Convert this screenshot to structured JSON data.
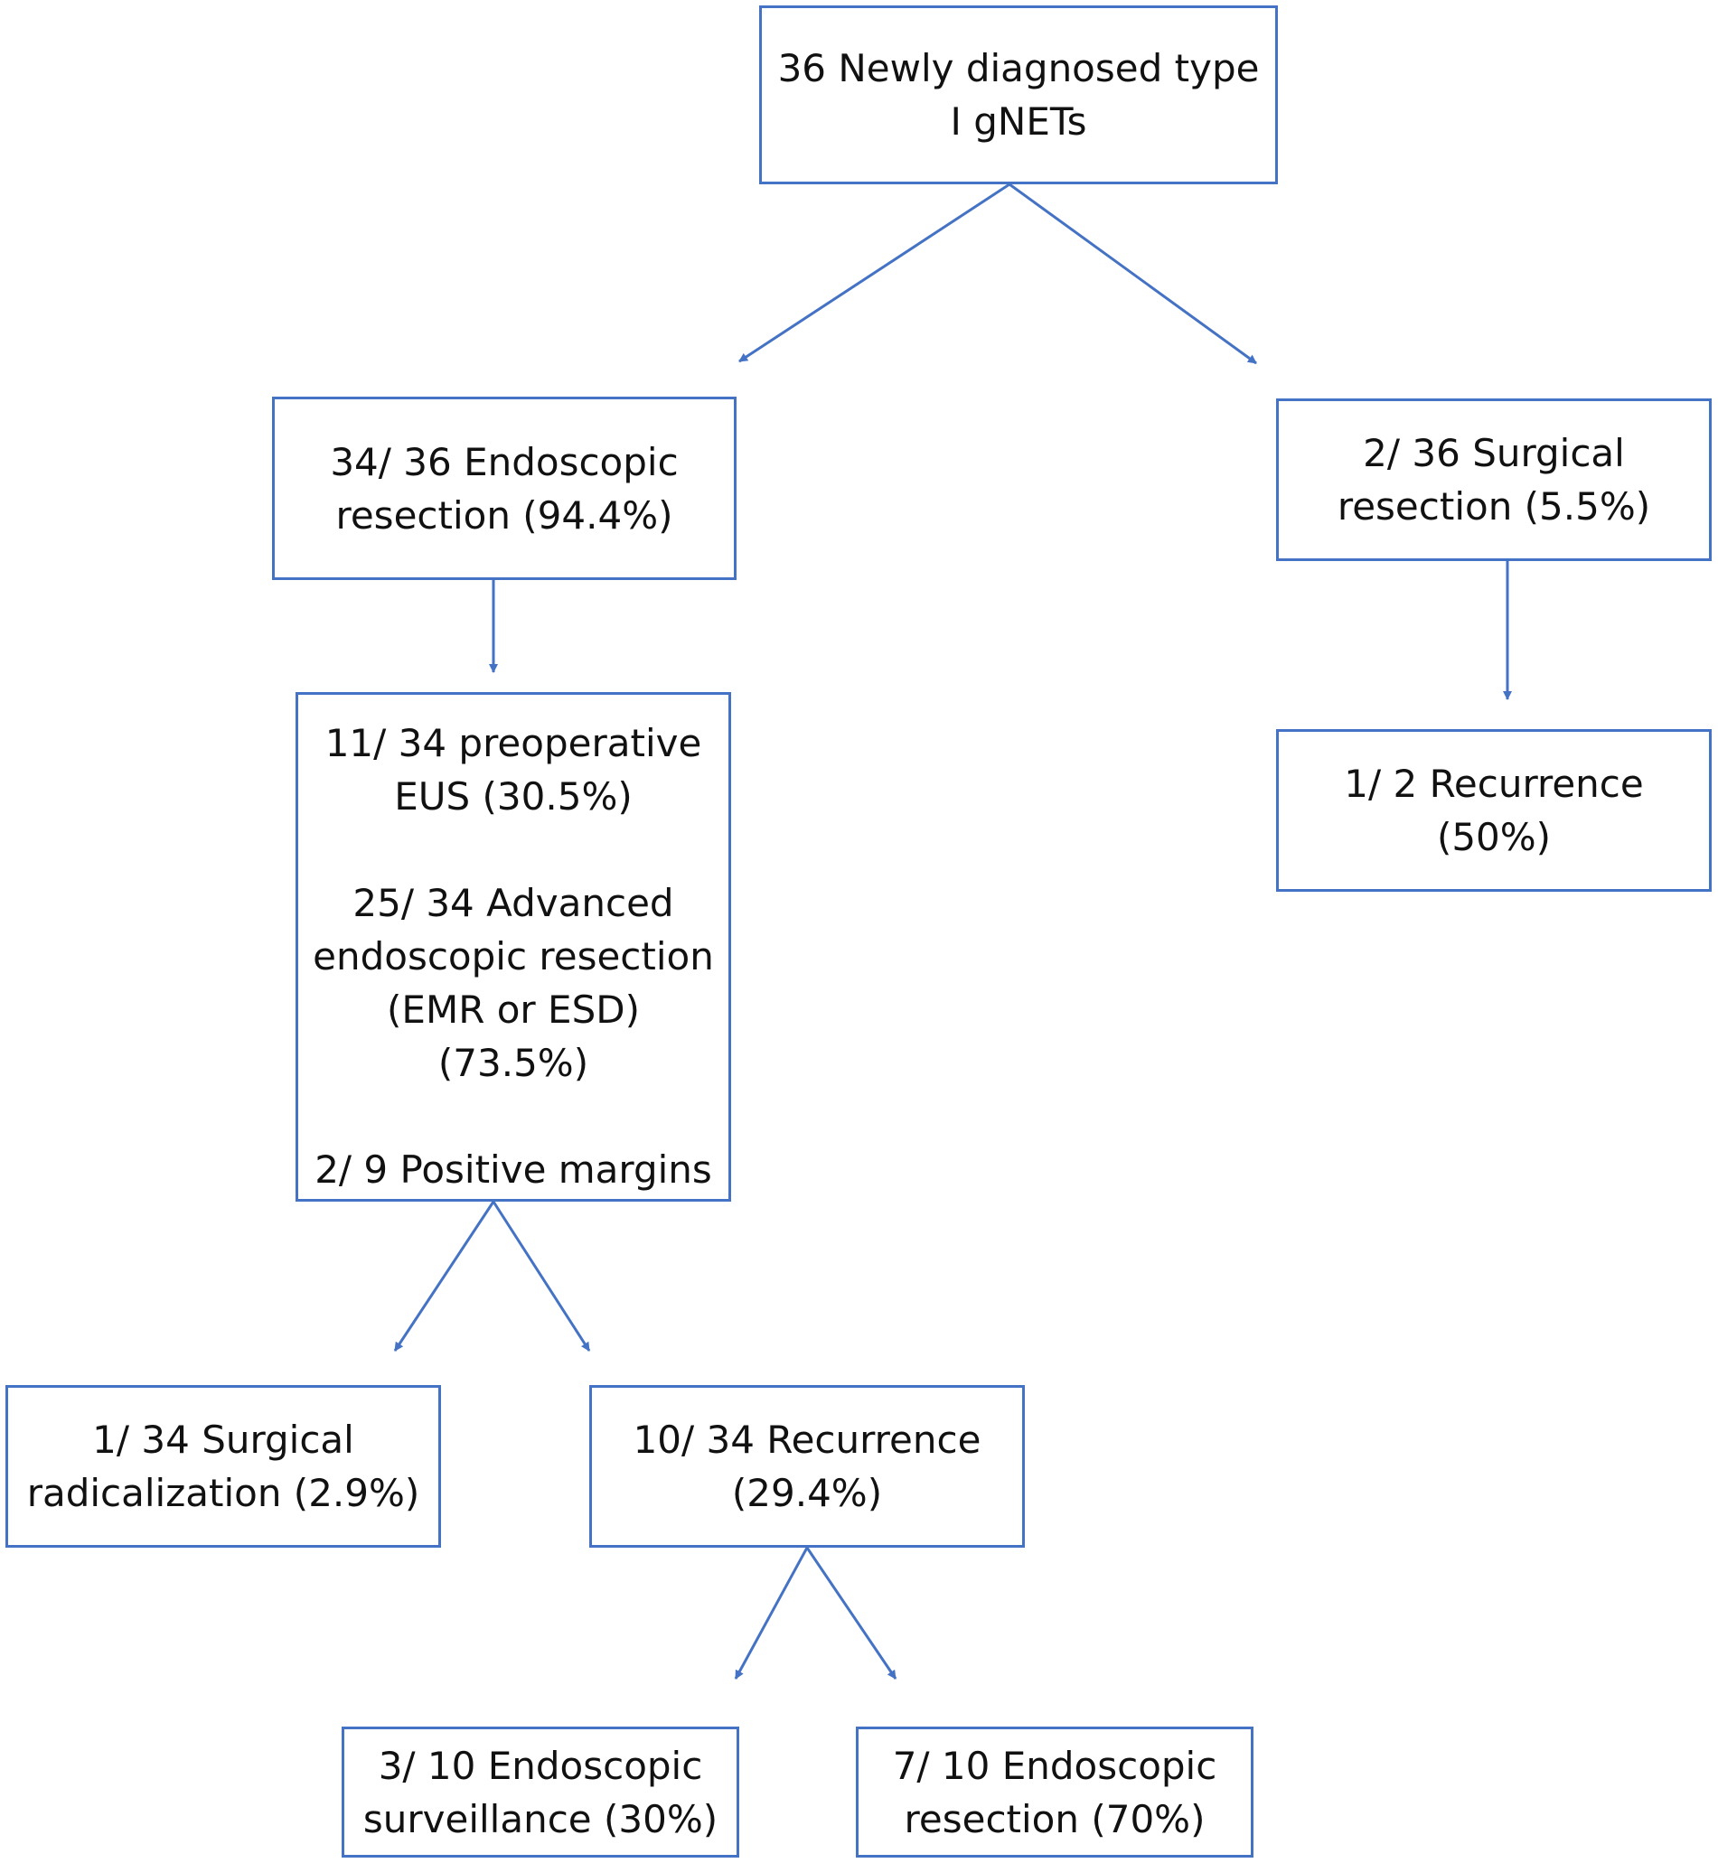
{
  "diagram": {
    "accent_color": "#4472C4",
    "nodes": {
      "root": {
        "lines": [
          "36 Newly diagnosed type",
          "I gNETs"
        ]
      },
      "endoscopic_resection": {
        "lines": [
          "34/ 36 Endoscopic",
          "resection (94.4%)"
        ]
      },
      "surgical_resection": {
        "lines": [
          "2/ 36 Surgical",
          "resection (5.5%)"
        ]
      },
      "endoscopic_details": {
        "eus": [
          "11/ 34 preoperative",
          "EUS (30.5%)"
        ],
        "advanced": [
          "25/ 34 Advanced",
          "endoscopic resection",
          "(EMR or ESD)",
          "(73.5%)"
        ],
        "margins": [
          "2/ 9 Positive margins"
        ]
      },
      "surgical_recurrence": {
        "lines": [
          "1/ 2 Recurrence",
          "(50%)"
        ]
      },
      "surgical_radicalization": {
        "lines": [
          "1/ 34 Surgical",
          "radicalization (2.9%)"
        ]
      },
      "endoscopic_recurrence": {
        "lines": [
          "10/ 34 Recurrence",
          "(29.4%)"
        ]
      },
      "endoscopic_surveillance": {
        "lines": [
          "3/ 10 Endoscopic",
          "surveillance (30%)"
        ]
      },
      "endoscopic_re_resection": {
        "lines": [
          "7/ 10 Endoscopic",
          "resection (70%)"
        ]
      }
    },
    "edges": [
      {
        "from": "root",
        "to": "endoscopic_resection"
      },
      {
        "from": "root",
        "to": "surgical_resection"
      },
      {
        "from": "endoscopic_resection",
        "to": "endoscopic_details"
      },
      {
        "from": "surgical_resection",
        "to": "surgical_recurrence"
      },
      {
        "from": "endoscopic_details",
        "to": "surgical_radicalization"
      },
      {
        "from": "endoscopic_details",
        "to": "endoscopic_recurrence"
      },
      {
        "from": "endoscopic_recurrence",
        "to": "endoscopic_surveillance"
      },
      {
        "from": "endoscopic_recurrence",
        "to": "endoscopic_re_resection"
      }
    ]
  }
}
